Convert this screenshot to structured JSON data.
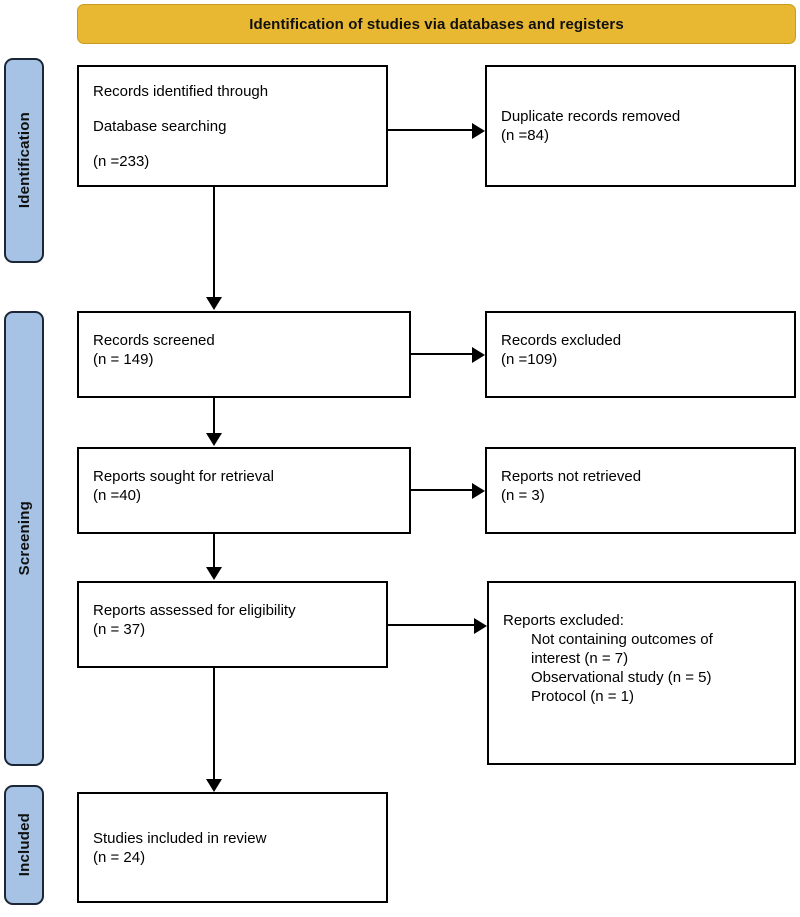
{
  "banner": {
    "title": "Identification of studies via databases and registers",
    "color": "#E8B832"
  },
  "stages": {
    "identification": "Identification",
    "screening": "Screening",
    "included": "Included",
    "color": "#A6C3E5"
  },
  "boxes": {
    "identified": {
      "line1": "Records identified through",
      "line2": "Database searching",
      "line3": "(n =233)"
    },
    "duplicates": {
      "line1": "Duplicate records removed",
      "line2": "(n =84)"
    },
    "screened": {
      "line1": "Records screened",
      "line2": "(n = 149)"
    },
    "records_excluded": {
      "line1": "Records excluded",
      "line2": "(n =109)"
    },
    "sought": {
      "line1": "Reports sought for retrieval",
      "line2": "(n =40)"
    },
    "not_retrieved": {
      "line1": "Reports not retrieved",
      "line2": "(n = 3)"
    },
    "assessed": {
      "line1": "Reports assessed for eligibility",
      "line2": "(n = 37)"
    },
    "reports_excluded": {
      "line1": "Reports excluded:",
      "line2": "Not containing outcomes of",
      "line3": "interest (n = 7)",
      "line4": "Observational study (n = 5)",
      "line5": "Protocol (n = 1)"
    },
    "included": {
      "line1": "Studies included in review",
      "line2": "(n = 24)"
    }
  }
}
